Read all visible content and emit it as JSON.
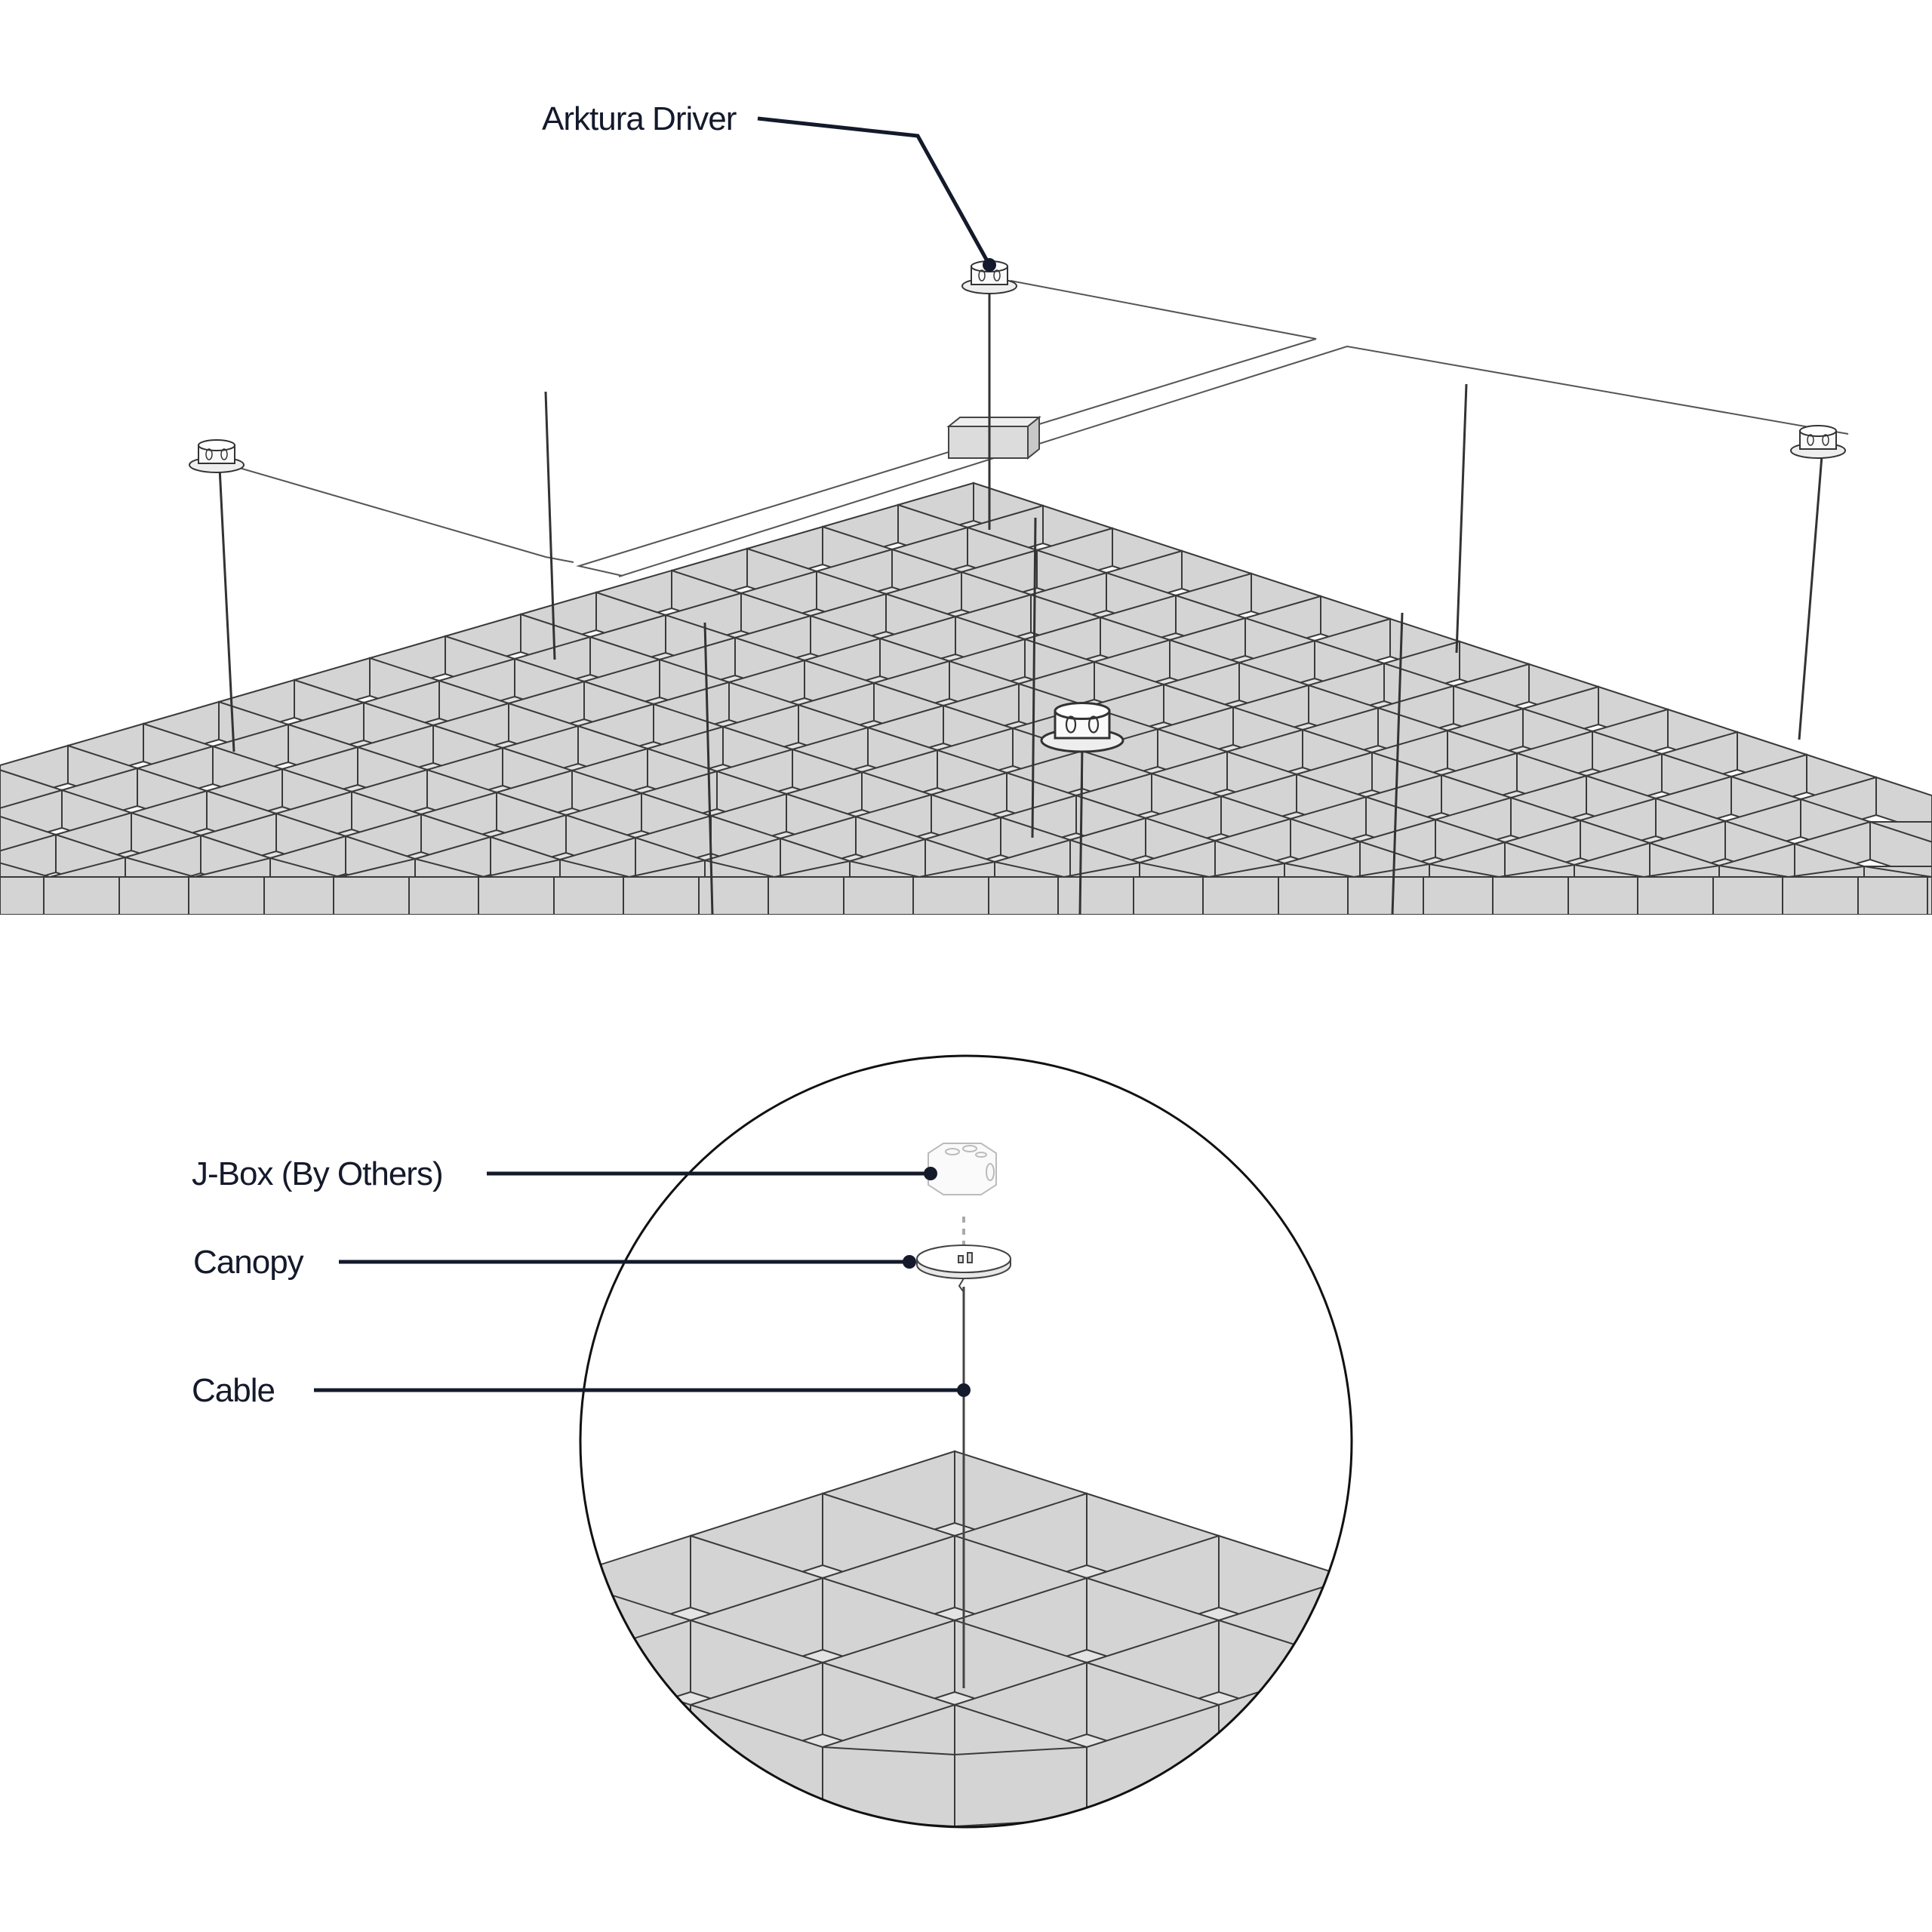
{
  "overview": {
    "callout": {
      "label": "Arktura Driver"
    }
  },
  "detail": {
    "callouts": [
      {
        "label": "J-Box (By Others)"
      },
      {
        "label": "Canopy"
      },
      {
        "label": "Cable"
      }
    ]
  },
  "colors": {
    "leader": "#141a2b",
    "baffle": "#d4d4d4",
    "grid_floor": "#e4e4e4",
    "line": "#3a3a3a"
  }
}
